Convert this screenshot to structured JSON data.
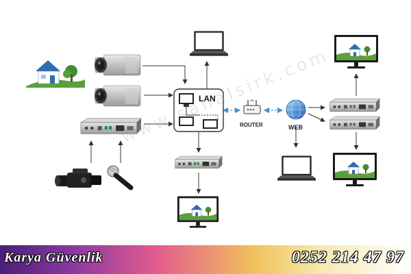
{
  "labels": {
    "lan": "LAN",
    "router": "ROUTER",
    "web": "WEB"
  },
  "watermark": "www.sanalsirk.com",
  "banner": {
    "brand": "Karya Güvenlik",
    "phone": "0252 214 47 97"
  },
  "colors": {
    "arrow": "#333333",
    "link_dashed": "#4a90c8",
    "screen_blue": "#1e6fc2",
    "house_roof": "#2d6db5",
    "grass": "#5aa03c"
  },
  "icons": [
    "house-icon",
    "camera-icon",
    "encoder-icon",
    "laptop-icon",
    "lan-switch-icon",
    "router-icon",
    "globe-icon",
    "monitor-icon",
    "video-camera-icon",
    "microphone-icon"
  ]
}
